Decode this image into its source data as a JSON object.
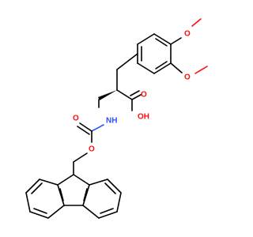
{
  "colors": {
    "bond": "#000000",
    "oxygen": "#ff0d0d",
    "nitrogen": "#3050f8"
  },
  "labels": {
    "o_methoxy_top": "O",
    "o_methoxy_right": "O",
    "o_carbonyl_acid": "O",
    "oh_acid": "OH",
    "nh": "NH",
    "o_carbonyl_carbamate": "O",
    "o_ester": "O"
  }
}
